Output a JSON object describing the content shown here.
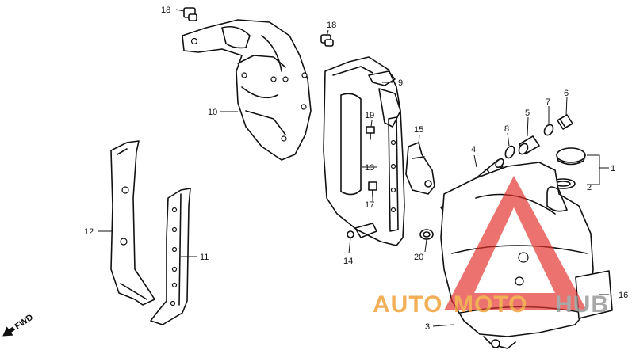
{
  "callouts": {
    "c1": "1",
    "c2": "2",
    "c3": "3",
    "c4": "4",
    "c5": "5",
    "c6": "6",
    "c7": "7",
    "c8": "8",
    "c9": "9",
    "c10": "10",
    "c11": "11",
    "c12": "12",
    "c13": "13",
    "c14": "14",
    "c15": "15",
    "c16": "16",
    "c17": "17",
    "c18a": "18",
    "c18b": "18",
    "c19": "19",
    "c20": "20"
  },
  "fwd_label": "FWD",
  "watermark": {
    "text_auto": "AUTO",
    "text_moto": "MOTO",
    "text_hub": "HUB",
    "color_orange": "#f2a23a",
    "color_red": "#e2302a",
    "color_gray": "#9a9a9a"
  }
}
